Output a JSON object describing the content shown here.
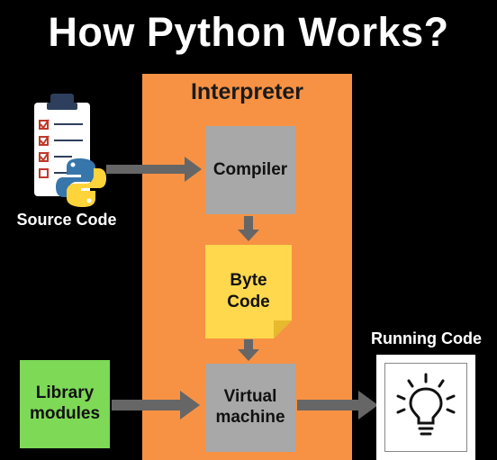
{
  "title": "How Python Works?",
  "interpreter": {
    "label": "Interpreter"
  },
  "compiler": {
    "label": "Compiler"
  },
  "byte_code": {
    "line1": "Byte",
    "line2": "Code"
  },
  "virtual_machine": {
    "line1": "Virtual",
    "line2": "machine"
  },
  "library_modules": {
    "line1": "Library",
    "line2": "modules"
  },
  "source_code": {
    "label": "Source Code"
  },
  "running_code": {
    "label": "Running Code"
  },
  "icons": [
    "checklist-clipboard-icon",
    "python-logo-icon",
    "light-bulb-icon"
  ],
  "colors": {
    "background": "#000000",
    "interpreter": "#f79244",
    "process_box": "#a8a8a8",
    "byte_code": "#ffd84d",
    "library": "#7ed957",
    "arrow": "#666666"
  }
}
